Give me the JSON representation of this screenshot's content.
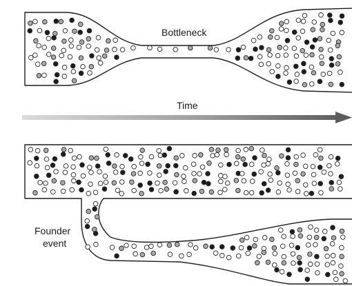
{
  "labels": {
    "bottleneck": "Bottleneck",
    "time": "Time",
    "founder_line1": "Founder",
    "founder_line2": "event"
  },
  "colors": {
    "allele_white": "#ffffff",
    "allele_gray": "#a9a9a9",
    "allele_black": "#1e1e1e",
    "outline": "#1c1c1c",
    "time_arrow": "#7a7a7a"
  },
  "allele_types": [
    "white",
    "gray",
    "black"
  ]
}
